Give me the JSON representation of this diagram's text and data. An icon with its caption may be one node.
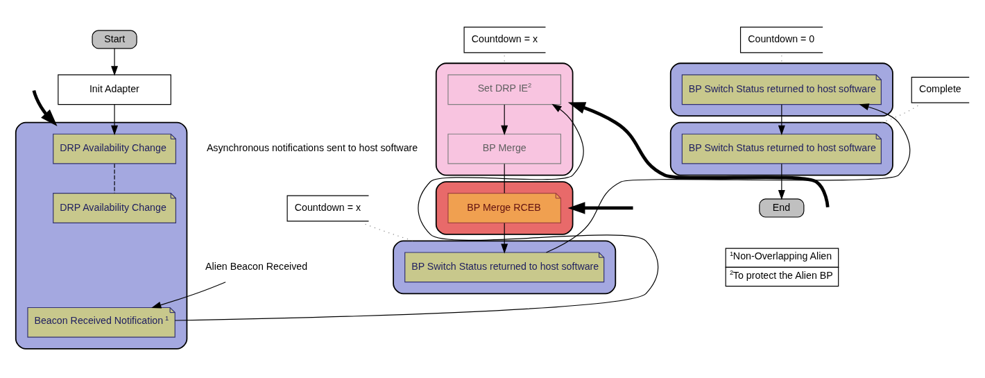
{
  "diagram": {
    "nodes": [
      {
        "text": [
          "Start"
        ]
      },
      {
        "text": [
          "Init Adapter"
        ]
      },
      {
        "text": [],
        "shape": "ellipse"
      },
      {
        "text": [
          "DRP Availability Change"
        ],
        "in": 2
      },
      {
        "text": [
          "DRP Availability Change"
        ],
        "in": 2
      },
      {
        "text": [
          "Beacon Received Notification$^{1}$"
        ],
        "in": 2
      },
      {
        "text": [
          "Alien Beacon Received"
        ]
      },
      {
        "text": [],
        "shape": "ellipse"
      },
      {
        "text": [
          "Set DRP IE$^{2}$"
        ],
        "in": 7
      },
      {
        "text": [
          "BP Merge"
        ],
        "in": 7
      },
      {
        "text": [
          "Countdown = x"
        ]
      },
      {
        "text": [],
        "shape": "ellipse"
      },
      {
        "text": [
          "BP Merge RCEB"
        ],
        "in": 11
      },
      {
        "text": [],
        "shape": "ellipse"
      },
      {
        "text": [
          "BP Switch Status returned to host software"
        ],
        "in": 13
      },
      {
        "text": [
          "Countdown = x"
        ]
      },
      {
        "text": [],
        "shape": "ellipse"
      },
      {
        "text": [
          "BP Switch Status returned to host software"
        ],
        "in": 16
      },
      {
        "text": [
          "Countdown = 0"
        ]
      },
      {
        "text": [],
        "shape": "ellipse"
      },
      {
        "text": [
          "BP Switch Status returned to host software"
        ],
        "in": 19
      },
      {
        "text": [
          "Complete"
        ]
      },
      {
        "text": [
          "End"
        ]
      }
    ],
    "edges": [
      {
        "from": 0,
        "to": 1,
        "arrow": "to"
      },
      {
        "from": 1,
        "to": 3,
        "arrow": "to"
      },
      {
        "from": 3,
        "to": 4,
        "arrow": "none",
        "style": "dashed"
      },
      {
        "from": 6,
        "to": 5,
        "arrow": "to"
      },
      {
        "from": 5,
        "to": 8,
        "arrow": "to"
      },
      {
        "from": 8,
        "to": 9,
        "arrow": "to"
      },
      {
        "from": 9,
        "to": 12,
        "arrow": "none"
      },
      {
        "from": 12,
        "to": 14,
        "arrow": "to"
      },
      {
        "from": 14,
        "to": 17,
        "arrow": "to"
      },
      {
        "from": 17,
        "to": 20,
        "arrow": "to"
      },
      {
        "from": 20,
        "to": 22,
        "arrow": "to"
      },
      {
        "from": 10,
        "to": 7,
        "arrow": "none",
        "style": "dashed",
        "color": "#808080"
      },
      {
        "from": 15,
        "to": 13,
        "arrow": "none",
        "style": "dashed",
        "color": "#808080"
      },
      {
        "from": 18,
        "to": 16,
        "arrow": "none",
        "style": "dashed",
        "color": "#808080"
      },
      {
        "from": 21,
        "to": 19,
        "arrow": "none",
        "style": "dashed",
        "color": "#808080"
      },
      {
        "from": null,
        "to": 2,
        "arrow": "to",
        "style": "thick"
      },
      {
        "from": null,
        "to": 7,
        "arrow": "to",
        "style": "thick"
      },
      {
        "from": null,
        "to": 11,
        "arrow": "to",
        "style": "thick"
      }
    ],
    "labels": [
      "Asynchronous notifications sent to host software",
      "$^{1}$Non-Overlapping Alien",
      "$^{2}$To protect the Alien BP"
    ]
  }
}
